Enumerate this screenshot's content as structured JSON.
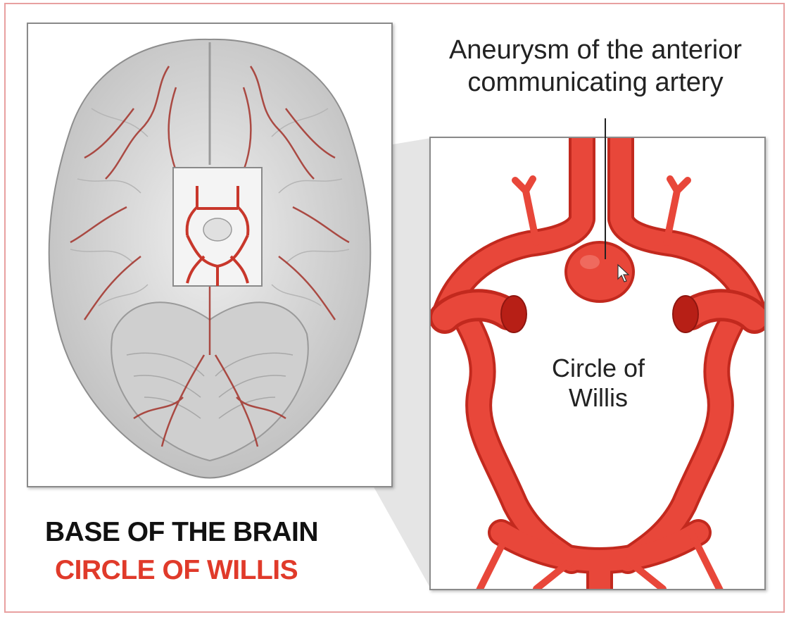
{
  "labels": {
    "aneurysm_line1": "Aneurysm of the anterior",
    "aneurysm_line2": "communicating artery",
    "willis_line1": "Circle of",
    "willis_line2": "Willis",
    "title_main": "BASE OF THE BRAIN",
    "title_sub": "CIRCLE OF WILLIS"
  },
  "colors": {
    "artery": "#e8473a",
    "artery_dark": "#c2291e",
    "title_accent": "#e03a2a",
    "brain_fill": "#dcdcdc",
    "frame_border": "#e8a0a0"
  },
  "icons": {
    "cursor": "mouse-pointer-icon"
  }
}
